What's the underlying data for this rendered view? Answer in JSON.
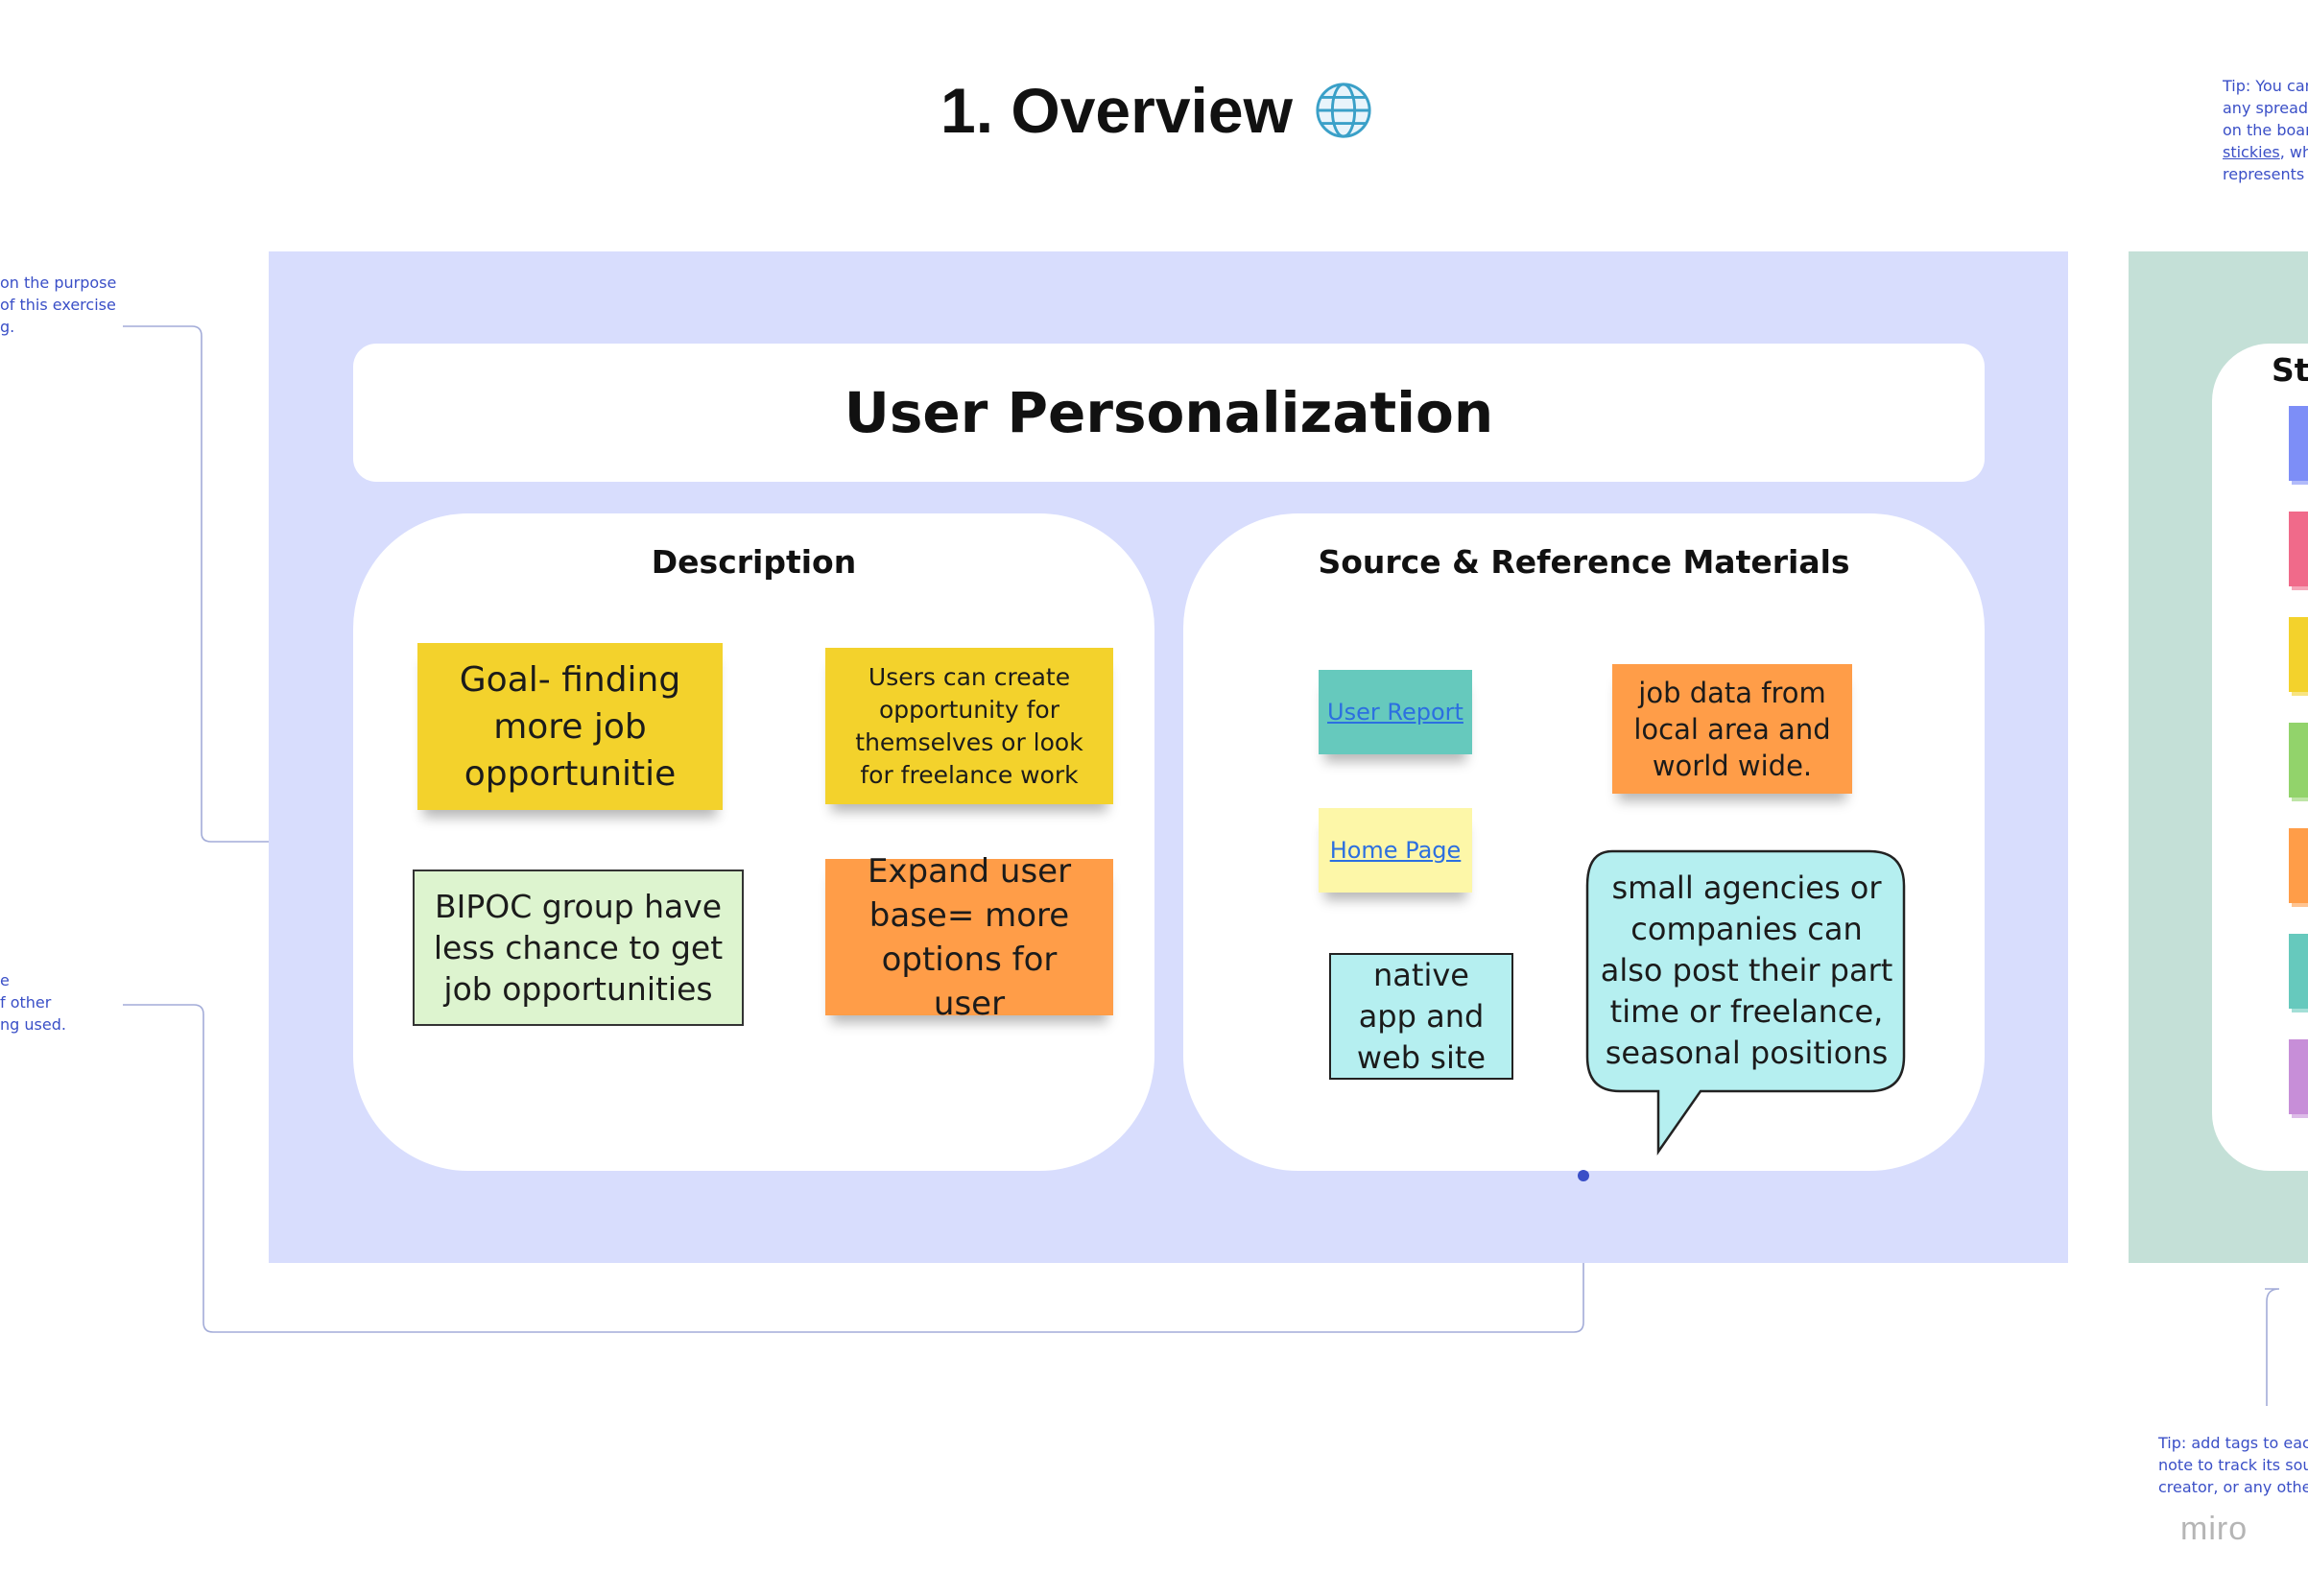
{
  "header": {
    "title": "1. Overview",
    "globe_icon": "globe-icon"
  },
  "tips": {
    "top_right": [
      "Tip: You can",
      "any spreads",
      "on the boar",
      "stickies",
      ", whe",
      "represents a"
    ],
    "left_upper": [
      "on the purpose",
      "of this exercise",
      "g."
    ],
    "left_lower": [
      "e",
      "f other",
      "ng used."
    ],
    "bottom_right": [
      "Tip: add tags to each",
      "note to track its sour",
      "creator, or any other"
    ]
  },
  "board": {
    "title": "User Personalization",
    "description": {
      "title": "Description",
      "stickies": [
        "Goal- finding more job opportunitie",
        "Users can create opportunity for themselves or look for freelance work",
        "BIPOC group have less chance to get job opportunities",
        "Expand user base= more options for user"
      ]
    },
    "sources": {
      "title": "Source & Reference Materials",
      "user_report": "User Report",
      "home_page": "Home Page",
      "native_app": "native app and web site",
      "job_data": "job data from local area and world wide.",
      "speech": "small agencies or companies can also post their part time or freelance, seasonal positions"
    }
  },
  "sidebar": {
    "title": "Sti",
    "swatch_colors": [
      "#7d8ef7",
      "#f06a8a",
      "#f3d22c",
      "#92d36b",
      "#ff9d48",
      "#66c9bd",
      "#c78ed8"
    ]
  },
  "brand": {
    "logo_text": "miro"
  }
}
